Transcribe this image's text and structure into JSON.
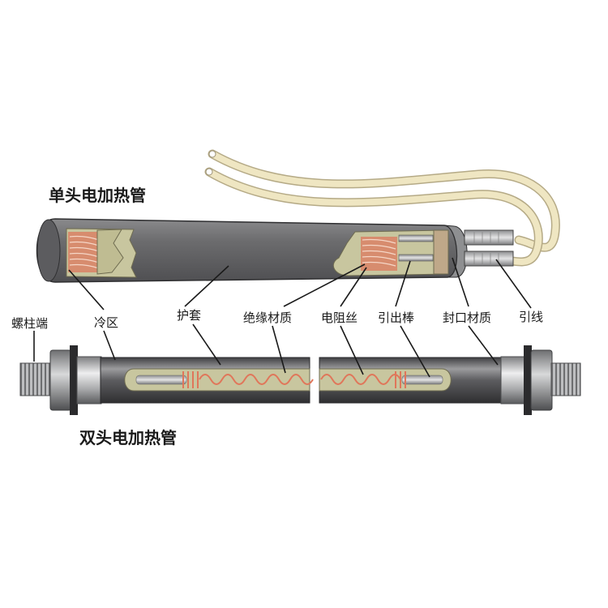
{
  "single_title": "单头电加热管",
  "double_title": "双头电加热管",
  "labels": {
    "terminal_stud": "螺柱端",
    "cold_zone": "冷区",
    "sheath": "护套",
    "insulation": "绝缘材质",
    "resistance_wire": "电阻丝",
    "lead_rod": "引出棒",
    "seal_material": "封口材质",
    "lead_wire": "引线"
  },
  "colors": {
    "sheath": "#6f6f71",
    "insulation": "#c8c69f",
    "coil": "#d78c6e",
    "wire_insulation": "#efe6c2",
    "steel": "#c9cacc"
  }
}
